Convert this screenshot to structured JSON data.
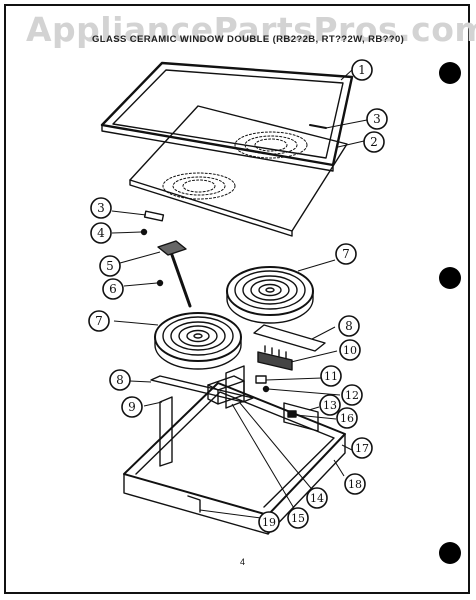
{
  "watermark": "AppliancePartsPros.com",
  "heading": "GLASS CERAMIC WINDOW DOUBLE (RB2?2B, RT??2W, RB??0)",
  "page_number": "4",
  "colors": {
    "line": "#111111",
    "watermark": "#d3d3d3",
    "background": "#ffffff"
  },
  "callouts": [
    {
      "id": "c1",
      "label": "1"
    },
    {
      "id": "c3a",
      "label": "3"
    },
    {
      "id": "c2",
      "label": "2"
    },
    {
      "id": "c3b",
      "label": "3"
    },
    {
      "id": "c4",
      "label": "4"
    },
    {
      "id": "c5",
      "label": "5"
    },
    {
      "id": "c6",
      "label": "6"
    },
    {
      "id": "c7a",
      "label": "7"
    },
    {
      "id": "c7b",
      "label": "7"
    },
    {
      "id": "c8a",
      "label": "8"
    },
    {
      "id": "c10",
      "label": "10"
    },
    {
      "id": "c11",
      "label": "11"
    },
    {
      "id": "c12",
      "label": "12"
    },
    {
      "id": "c8b",
      "label": "8"
    },
    {
      "id": "c9",
      "label": "9"
    },
    {
      "id": "c13",
      "label": "13"
    },
    {
      "id": "c16",
      "label": "16"
    },
    {
      "id": "c17",
      "label": "17"
    },
    {
      "id": "c18",
      "label": "18"
    },
    {
      "id": "c14",
      "label": "14"
    },
    {
      "id": "c15",
      "label": "15"
    },
    {
      "id": "c19",
      "label": "19"
    }
  ]
}
